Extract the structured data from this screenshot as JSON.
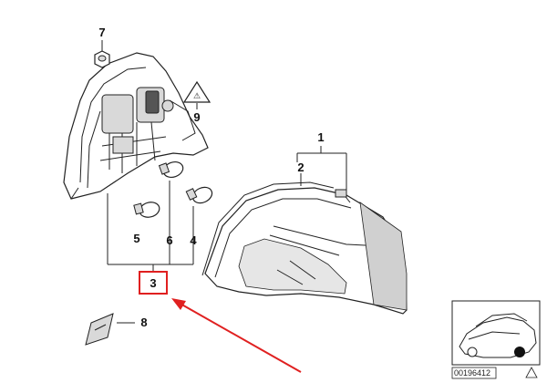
{
  "callouts": {
    "c1": "1",
    "c2": "2",
    "c3": "3",
    "c4": "4",
    "c5": "5",
    "c6": "6",
    "c7": "7",
    "c8": "8",
    "c9": "9"
  },
  "diagram_code": "00196412",
  "highlight_color": "#e02020"
}
